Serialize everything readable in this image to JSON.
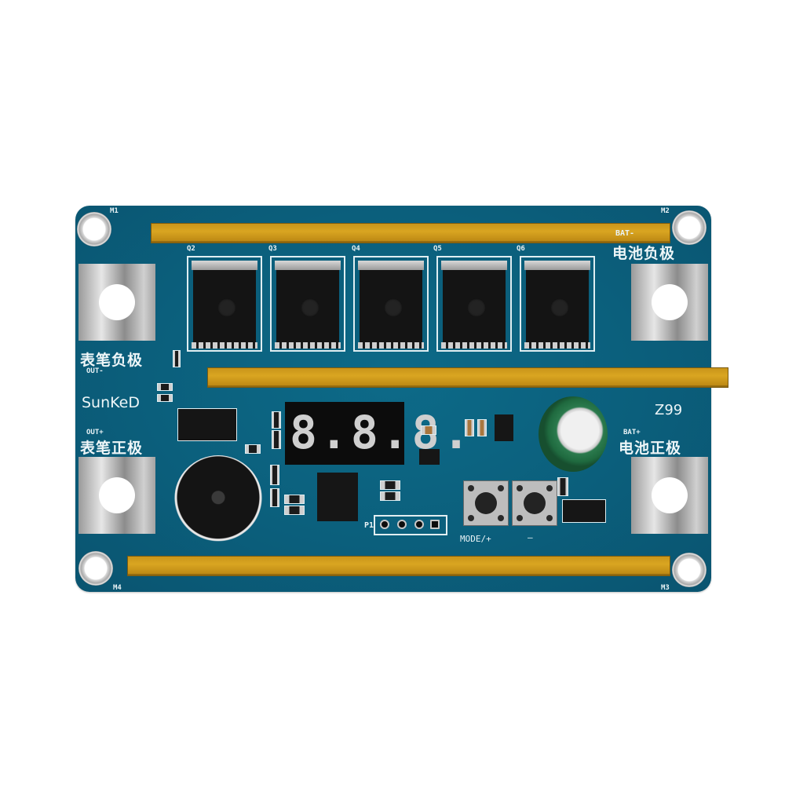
{
  "product": {
    "brand": "SunKeD",
    "model": "Z99",
    "board_color": "#0b5f7c",
    "busbar_color": "#d9a521"
  },
  "mounting_holes": [
    "M1",
    "M2",
    "M3",
    "M4"
  ],
  "terminals": {
    "bat_negative": {
      "en": "BAT-",
      "cn": "电池负极"
    },
    "bat_positive": {
      "en": "BAT+",
      "cn": "电池正极"
    },
    "out_negative": {
      "en": "OUT-",
      "cn": "表笔负极"
    },
    "out_positive": {
      "en": "OUT+",
      "cn": "表笔正极"
    }
  },
  "mosfets": [
    "Q2",
    "Q3",
    "Q4",
    "Q5",
    "Q6"
  ],
  "display": {
    "value": "8.8.8."
  },
  "buttons": [
    {
      "label": "MODE/+"
    },
    {
      "label": "—"
    }
  ],
  "header": {
    "label": "P1"
  }
}
